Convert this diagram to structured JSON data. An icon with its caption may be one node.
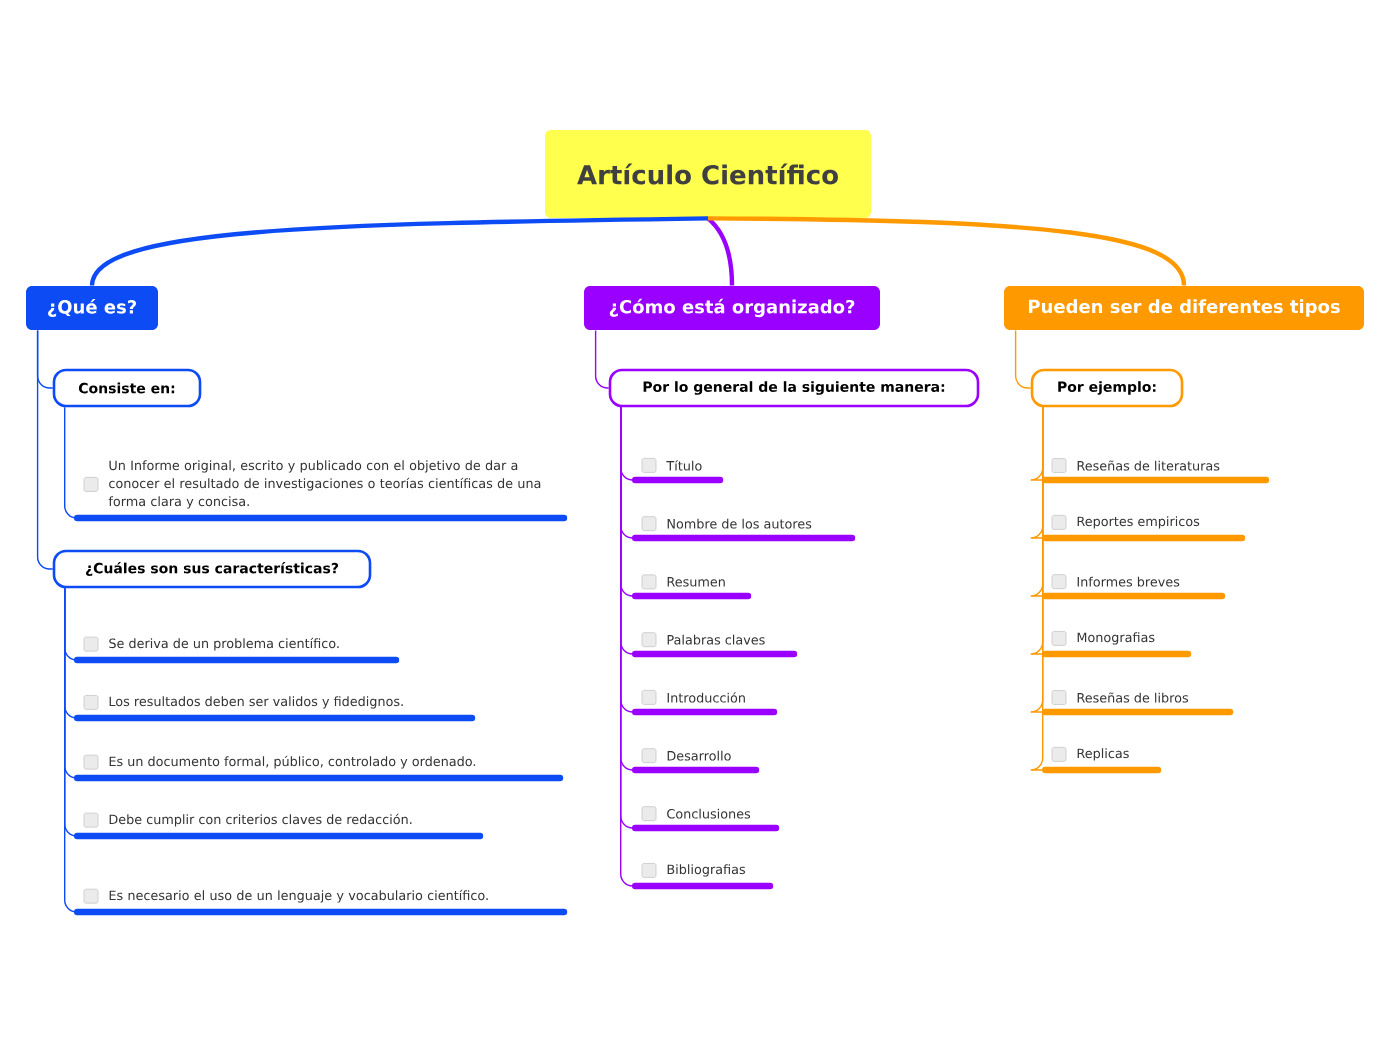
{
  "diagram": {
    "nodes": [
      {
        "text": [
          "Artículo Científico"
        ]
      },
      {
        "text": [
          "¿Qué es?"
        ]
      },
      {
        "text": [
          "Consiste en:"
        ]
      },
      {
        "text": [
          "Un Informe original, escrito y publicado con el objetivo de dar a conocer el resultado de investigaciones o teorías científicas de una forma clara y concisa."
        ]
      },
      {
        "text": [
          "¿Cuáles son sus características?"
        ]
      },
      {
        "text": [
          "Se deriva de un problema científico."
        ]
      },
      {
        "text": [
          "Los resultados deben ser validos y fidedignos."
        ]
      },
      {
        "text": [
          "Es un documento formal, público, controlado y ordenado."
        ]
      },
      {
        "text": [
          "Debe cumplir con criterios claves de redacción."
        ]
      },
      {
        "text": [
          "Es necesario el uso de un lenguaje y vocabulario científico."
        ]
      },
      {
        "text": [
          "¿Cómo está organizado?"
        ]
      },
      {
        "text": [
          "Por lo general de la siguiente manera:"
        ]
      },
      {
        "text": [
          "Título"
        ]
      },
      {
        "text": [
          "Nombre de los autores"
        ]
      },
      {
        "text": [
          "Resumen"
        ]
      },
      {
        "text": [
          "Palabras claves"
        ]
      },
      {
        "text": [
          "Introducción"
        ]
      },
      {
        "text": [
          "Desarrollo"
        ]
      },
      {
        "text": [
          "Conclusiones"
        ]
      },
      {
        "text": [
          "Bibliografias"
        ]
      },
      {
        "text": [
          "Pueden ser de diferentes tipos"
        ]
      },
      {
        "text": [
          "Por ejemplo:"
        ]
      },
      {
        "text": [
          "Reseñas de literaturas"
        ]
      },
      {
        "text": [
          "Reportes empiricos"
        ]
      },
      {
        "text": [
          "Informes breves"
        ]
      },
      {
        "text": [
          "Monografias"
        ]
      },
      {
        "text": [
          "Reseñas de libros"
        ]
      },
      {
        "text": [
          "Replicas"
        ]
      }
    ],
    "edges": [
      {
        "from": 0,
        "to": 1,
        "arrow": "none",
        "style": "thick",
        "color": "#0d4cf5"
      },
      {
        "from": 0,
        "to": 10,
        "arrow": "none",
        "style": "thick",
        "color": "#9900ff"
      },
      {
        "from": 0,
        "to": 20,
        "arrow": "none",
        "style": "thick",
        "color": "#ff9900"
      },
      {
        "from": 1,
        "to": 2,
        "arrow": "none",
        "color": "#0d4cf5"
      },
      {
        "from": 2,
        "to": 3,
        "arrow": "none",
        "color": "#0d4cf5"
      },
      {
        "from": 1,
        "to": 4,
        "arrow": "none",
        "color": "#0d4cf5"
      },
      {
        "from": 4,
        "to": 5,
        "arrow": "none",
        "color": "#0d4cf5"
      },
      {
        "from": 4,
        "to": 6,
        "arrow": "none",
        "color": "#0d4cf5"
      },
      {
        "from": 4,
        "to": 7,
        "arrow": "none",
        "color": "#0d4cf5"
      },
      {
        "from": 4,
        "to": 8,
        "arrow": "none",
        "color": "#0d4cf5"
      },
      {
        "from": 4,
        "to": 9,
        "arrow": "none",
        "color": "#0d4cf5"
      },
      {
        "from": 10,
        "to": 11,
        "arrow": "none",
        "color": "#9900ff"
      },
      {
        "from": 11,
        "to": 12,
        "arrow": "none",
        "color": "#9900ff"
      },
      {
        "from": 11,
        "to": 13,
        "arrow": "none",
        "color": "#9900ff"
      },
      {
        "from": 11,
        "to": 14,
        "arrow": "none",
        "color": "#9900ff"
      },
      {
        "from": 11,
        "to": 15,
        "arrow": "none",
        "color": "#9900ff"
      },
      {
        "from": 11,
        "to": 16,
        "arrow": "none",
        "color": "#9900ff"
      },
      {
        "from": 11,
        "to": 17,
        "arrow": "none",
        "color": "#9900ff"
      },
      {
        "from": 11,
        "to": 18,
        "arrow": "none",
        "color": "#9900ff"
      },
      {
        "from": 11,
        "to": 19,
        "arrow": "none",
        "color": "#9900ff"
      },
      {
        "from": 20,
        "to": 21,
        "arrow": "none",
        "color": "#ff9900"
      },
      {
        "from": 21,
        "to": 22,
        "arrow": "none",
        "color": "#ff9900"
      },
      {
        "from": 21,
        "to": 23,
        "arrow": "none",
        "color": "#ff9900"
      },
      {
        "from": 21,
        "to": 24,
        "arrow": "none",
        "color": "#ff9900"
      },
      {
        "from": 21,
        "to": 25,
        "arrow": "none",
        "color": "#ff9900"
      },
      {
        "from": 21,
        "to": 26,
        "arrow": "none",
        "color": "#ff9900"
      },
      {
        "from": 21,
        "to": 27,
        "arrow": "none",
        "color": "#ff9900"
      }
    ]
  }
}
